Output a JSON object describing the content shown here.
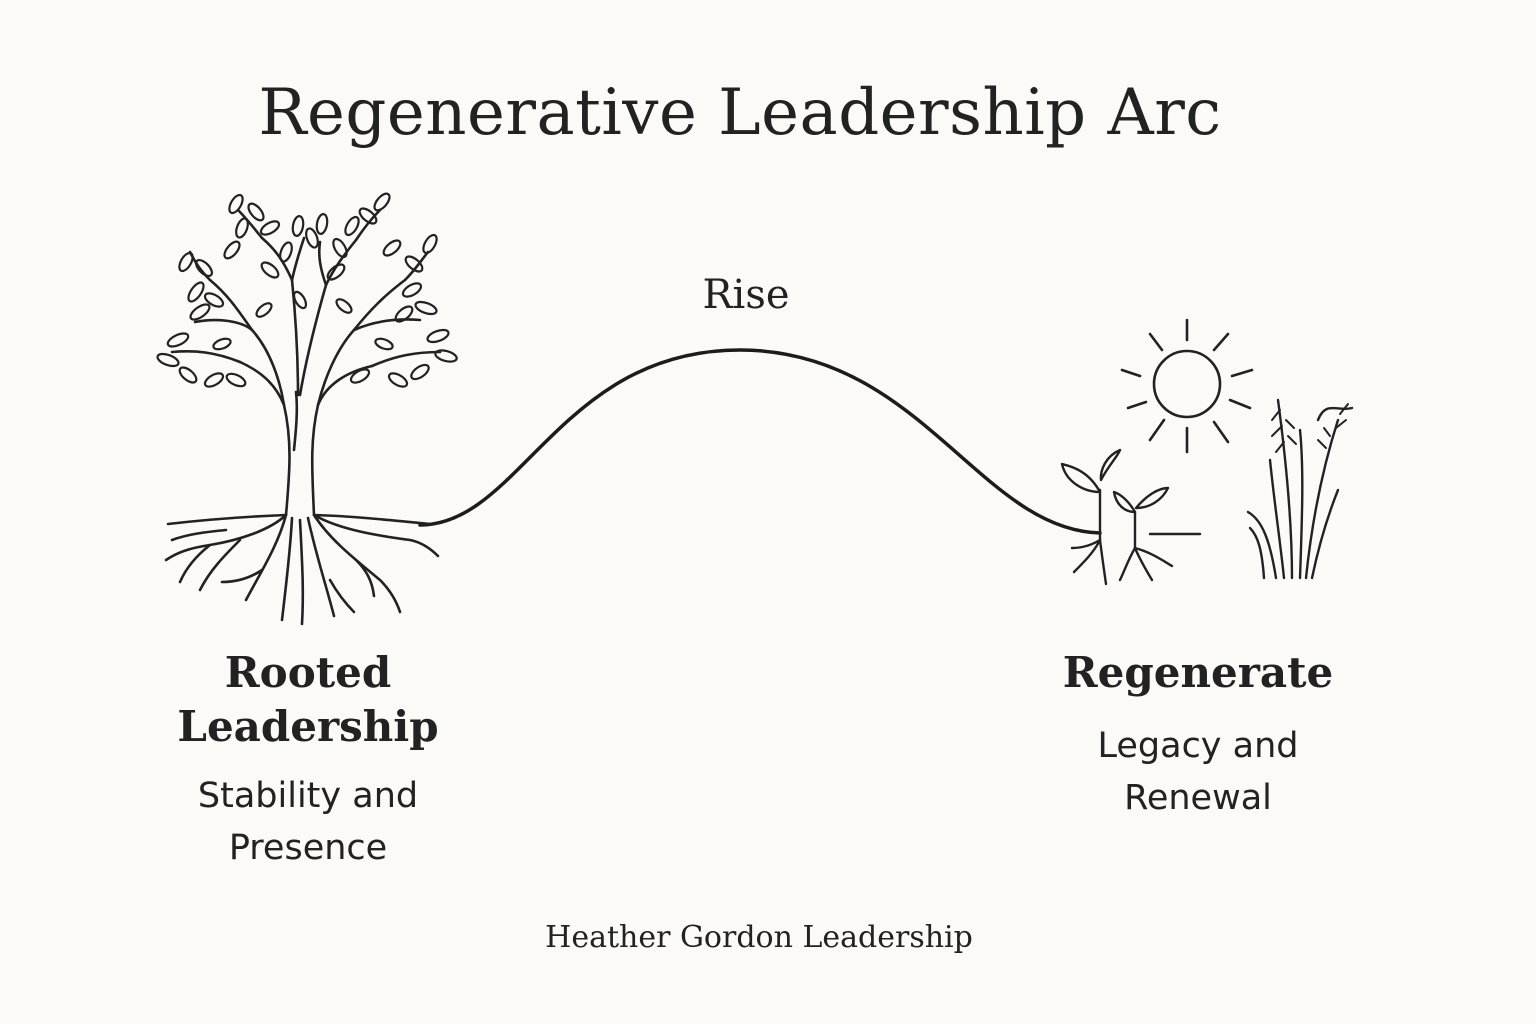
{
  "title": "Regenerative Leadership Arc",
  "arc": {
    "peak_label": "Rise"
  },
  "stages": {
    "left": {
      "title_line1": "Rooted",
      "title_line2": "Leadership",
      "subtitle_line1": "Stability and",
      "subtitle_line2": "Presence",
      "icon": "tree-with-roots-icon"
    },
    "right": {
      "title": "Regenerate",
      "subtitle_line1": "Legacy and",
      "subtitle_line2": "Renewal",
      "icons": [
        "sun-icon",
        "sprouts-icon",
        "grass-icon"
      ]
    }
  },
  "footer": "Heather Gordon Leadership",
  "colors": {
    "background": "#fbfaf6",
    "ink": "#222222"
  }
}
